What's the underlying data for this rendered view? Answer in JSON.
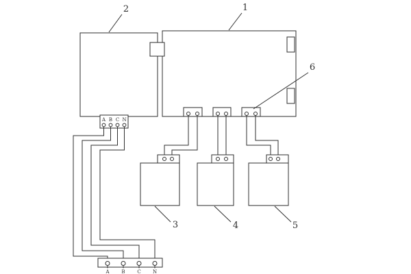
{
  "diagram": {
    "ref_labels": {
      "unit1": "1",
      "unit2": "2",
      "device3": "3",
      "device4": "4",
      "device5": "5",
      "connector6": "6"
    },
    "upper_terminal_block": {
      "labels": [
        "A",
        "B",
        "C",
        "N"
      ]
    },
    "lower_terminal_block": {
      "labels": [
        "A",
        "B",
        "C",
        "N"
      ]
    },
    "colors": {
      "line": "#2e2e2e",
      "background": "#ffffff"
    }
  }
}
